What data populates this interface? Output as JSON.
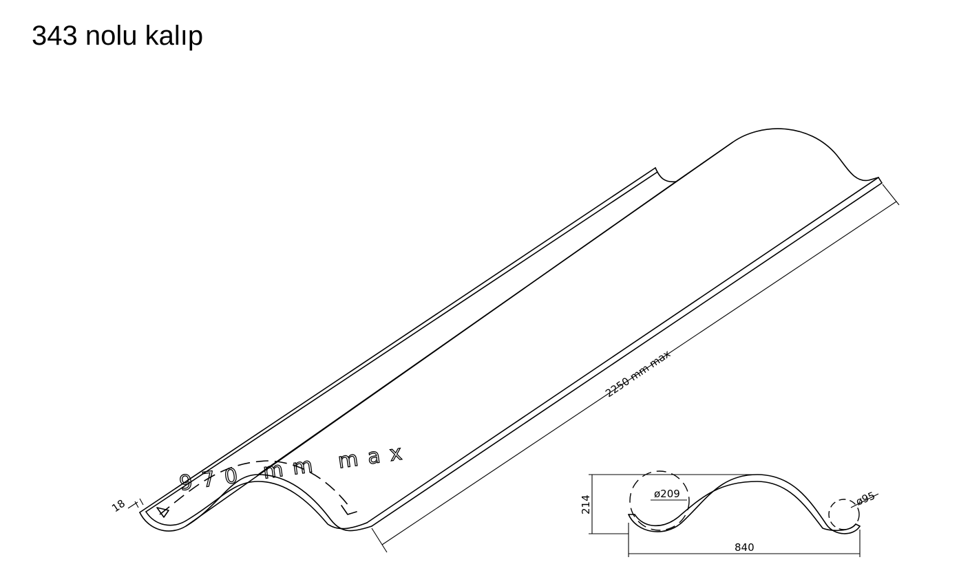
{
  "title": "343 nolu kalıp",
  "labels": {
    "width_max": "970 mm max",
    "length_max": "2250 mm max",
    "thickness": "18",
    "height": "214",
    "span": "840",
    "dia_large": "ø209",
    "dia_small": "ø95"
  }
}
